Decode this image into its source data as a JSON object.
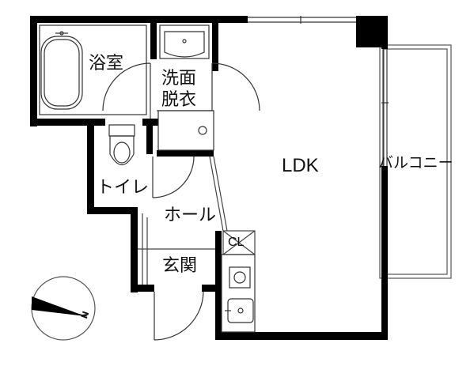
{
  "rooms": {
    "bath": "浴室",
    "washroom_line1": "洗面",
    "washroom_line2": "脱衣",
    "toilet": "トイレ",
    "hall": "ホール",
    "entrance": "玄関",
    "ldk": "LDK",
    "closet": "CL",
    "balcony": "バルコニー"
  },
  "compass": {
    "north_label": "N"
  },
  "icons": [
    "bathtub-icon",
    "wash-basin-icon",
    "toilet-icon",
    "washing-machine-pan-icon",
    "stove-icon",
    "sink-icon",
    "compass-icon"
  ],
  "colors": {
    "wall": "#000000",
    "line": "#444444",
    "background": "#ffffff"
  }
}
